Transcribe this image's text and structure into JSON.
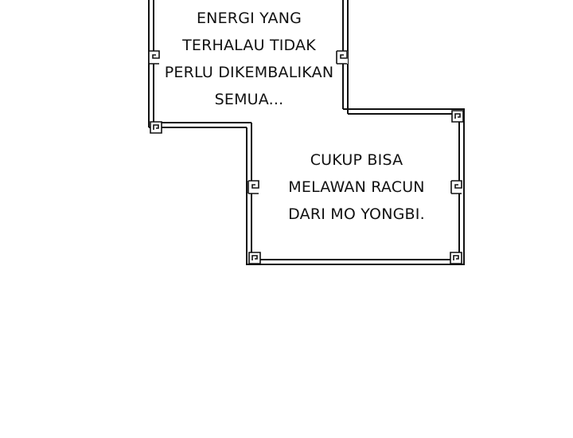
{
  "panel": {
    "box_top": {
      "lines": [
        "ENERGI YANG",
        "TERHALAU TIDAK",
        "PERLU DIKEMBALIKAN",
        "SEMUA..."
      ]
    },
    "box_bottom": {
      "lines": [
        "CUKUP BISA",
        "MELAWAN RACUN",
        "DARI MO YONGBI."
      ]
    },
    "colors": {
      "background": "#ffffff",
      "border": "#111111",
      "text": "#111111"
    },
    "icons": [
      "meander-corner-ornament",
      "meander-side-ornament"
    ]
  }
}
